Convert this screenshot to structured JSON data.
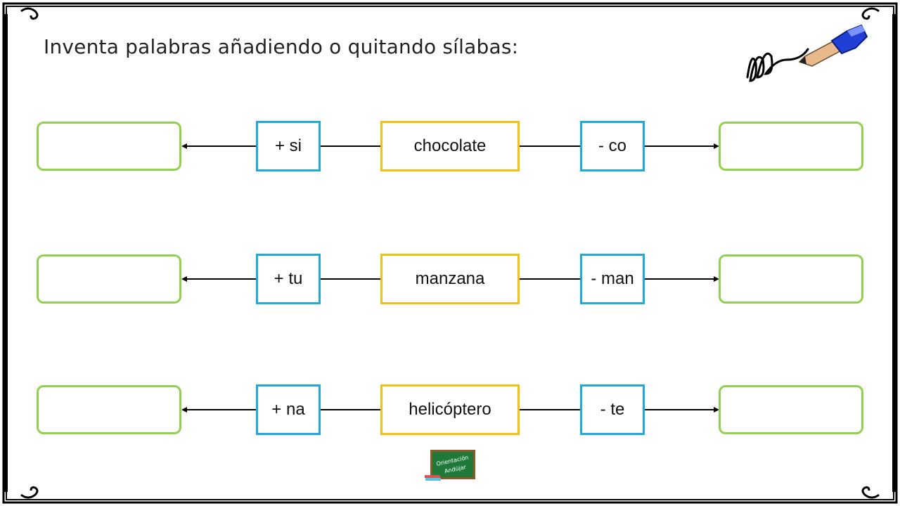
{
  "title": "Inventa palabras añadiendo o quitando sílabas:",
  "rows": [
    {
      "add": "+ si",
      "word": "chocolate",
      "remove": "- co",
      "answer_left": "",
      "answer_right": ""
    },
    {
      "add": "+ tu",
      "word": "manzana",
      "remove": "- man",
      "answer_left": "",
      "answer_right": ""
    },
    {
      "add": "+ na",
      "word": "helicóptero",
      "remove": "- te",
      "answer_left": "",
      "answer_right": ""
    }
  ],
  "logo": {
    "line1": "Orientación",
    "line2": "Andújar"
  },
  "colors": {
    "answer_border": "#92d050",
    "syllable_border": "#1fa9dc",
    "word_border": "#f2c014"
  },
  "icons": {
    "decoration": "pencil-scribble-icon",
    "logo": "chalkboard-logo"
  }
}
